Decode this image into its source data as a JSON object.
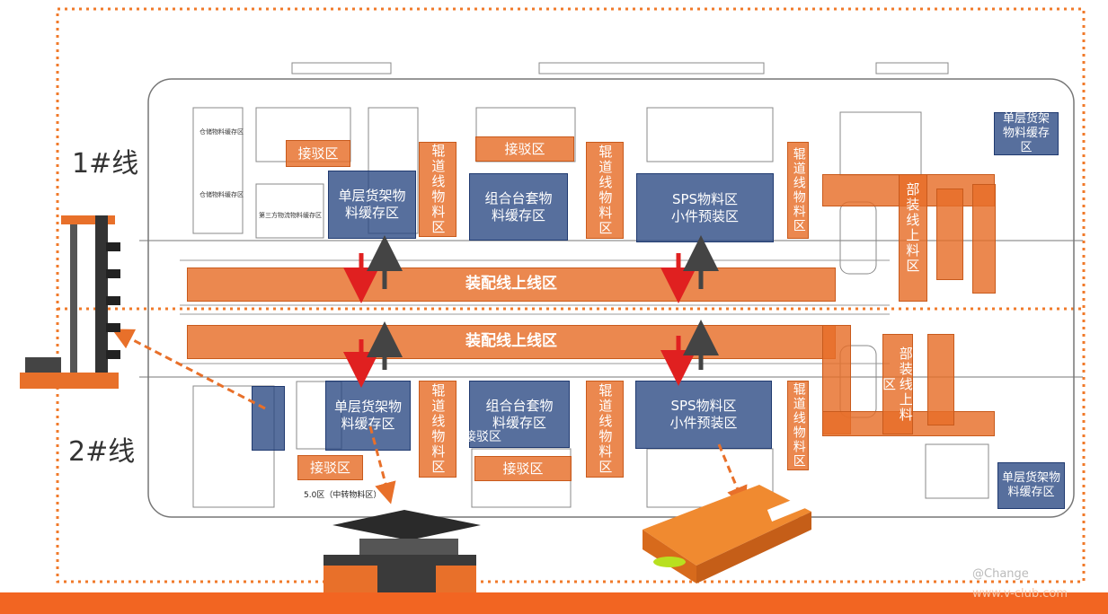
{
  "colors": {
    "accent_orange": "#e8702a",
    "zone_blue": "#2c4a88",
    "footer_bar": "#f26522",
    "arrow_red": "#e02020",
    "arrow_dark": "#444444"
  },
  "line_labels": {
    "line1": "1#线",
    "line2": "2#线"
  },
  "top": {
    "main": "装配线上线区",
    "receiving_left": "接驳区",
    "receiving_mid": "接驳区",
    "shelf_buffer": "单层货架物料缓存区",
    "roller_1": "辊道线物料区",
    "combo_buffer": "组合台套物料缓存区",
    "roller_2": "辊道线物料区",
    "sps": "SPS物料区小件预装区",
    "roller_3": "辊道线物料区",
    "subassembly": "部装线上料区",
    "shelf_right": "单层货架物料缓存区"
  },
  "bottom": {
    "main": "装配线上线区",
    "shelf_buffer": "单层货架物料缓存区",
    "roller_1": "辊道线物料区",
    "combo_buffer": "组合台套物料缓存区",
    "receiving_inline": "接驳区",
    "roller_2": "辊道线物料区",
    "sps": "SPS物料区小件预装区",
    "roller_3": "辊道线物料区",
    "subassembly": "部装线上料区",
    "receiving_left": "接驳区",
    "receiving_mid": "接驳区",
    "shelf_right": "单层货架物料缓存区"
  },
  "plan_text": {
    "t1": "仓储物料缓存区",
    "t2": "仓储物料缓存区",
    "t3": "第三方物流物料缓存区",
    "t4": "5.0区（中转物料区）"
  },
  "watermark": {
    "line1": "@Change",
    "line2": "www.v-club.com"
  }
}
